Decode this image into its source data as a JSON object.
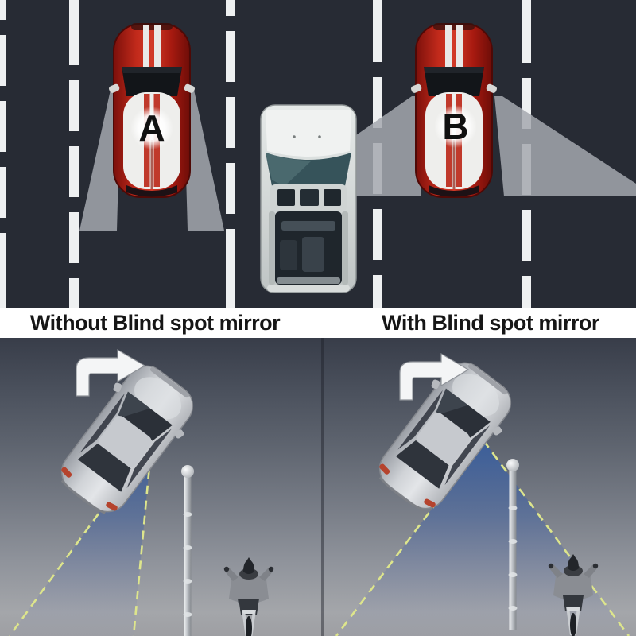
{
  "top_scene": {
    "car_a_label": "A",
    "car_b_label": "B"
  },
  "caption_band": {
    "left": "Without Blind spot mirror",
    "right": "With Blind spot mirror"
  },
  "bottom_scene": {
    "left_panel": {
      "arrow_icon": "turn-right-arrow-icon"
    },
    "right_panel": {
      "arrow_icon": "turn-right-arrow-icon"
    }
  },
  "colors": {
    "road": "#272b34",
    "lane_marking": "#eef0f1",
    "view_cone_gray": "#a5a8af",
    "caption_band_bg": "#ffffff",
    "caption_text": "#161616",
    "mini_car_red": "#b52116",
    "mini_roof_white": "#ededeb",
    "blind_zone_blue": "#3e62a0",
    "cone_dash_yellow": "#dde58c",
    "bottom_bg_top": "#383d49",
    "bottom_bg_bottom": "#a4a6aa",
    "sedan_silver": "#c9ccd1"
  }
}
